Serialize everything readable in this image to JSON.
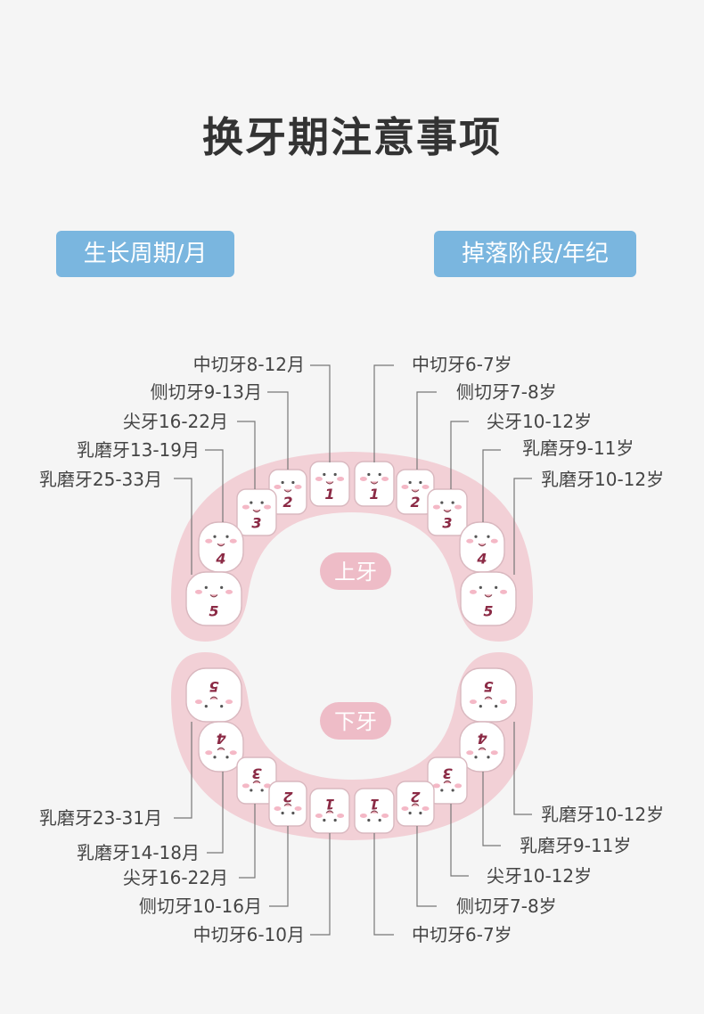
{
  "title": "换牙期注意事项",
  "headers": {
    "left": "生长周期/月",
    "right": "掉落阶段/年纪"
  },
  "jaw_labels": {
    "upper": "上牙",
    "lower": "下牙"
  },
  "upper": {
    "left": [
      "中切牙8-12月",
      "侧切牙9-13月",
      "尖牙16-22月",
      "乳磨牙13-19月",
      "乳磨牙25-33月"
    ],
    "right": [
      "中切牙6-7岁",
      "侧切牙7-8岁",
      "尖牙10-12岁",
      "乳磨牙9-11岁",
      "乳磨牙10-12岁"
    ]
  },
  "lower": {
    "left": [
      "乳磨牙23-31月",
      "乳磨牙14-18月",
      "尖牙16-22月",
      "侧切牙10-16月",
      "中切牙6-10月"
    ],
    "right": [
      "乳磨牙10-12岁",
      "乳磨牙9-11岁",
      "尖牙10-12岁",
      "侧切牙7-8岁",
      "中切牙6-7岁"
    ]
  },
  "tooth_numbers": [
    "1",
    "2",
    "3",
    "4",
    "5"
  ],
  "colors": {
    "header_fill": "#7ab6df",
    "gum": "#f2d0d6",
    "tooth_number": "#8b2a45",
    "blush": "#f4b8c6"
  }
}
